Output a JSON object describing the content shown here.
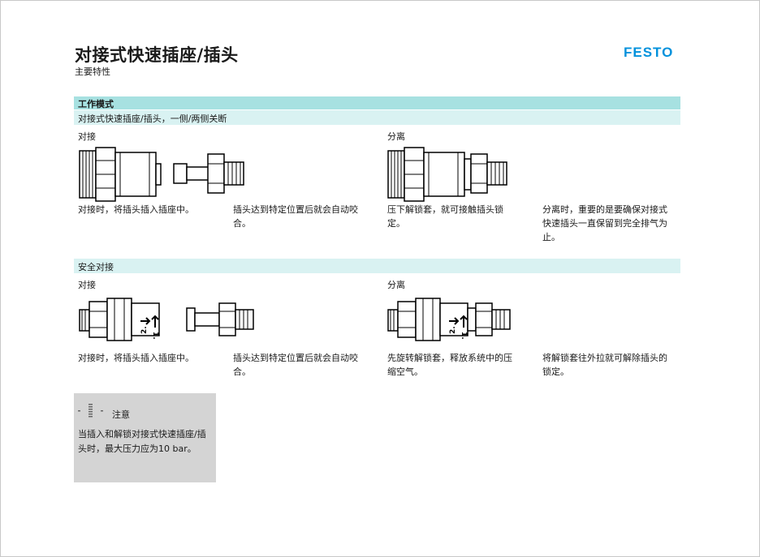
{
  "header": {
    "title": "对接式快速插座/插头",
    "subtitle": "主要特性",
    "logo": "FESTO"
  },
  "sections": {
    "mode": "工作模式",
    "one_side": "对接式快速插座/插头，一侧/两侧关断",
    "safety": "安全对接"
  },
  "labels": {
    "connect": "对接",
    "disconnect": "分离"
  },
  "row1": {
    "d1": "对接时，将插头插入插座中。",
    "d2": "插头达到特定位置后就会自动咬合。",
    "d3": "压下解锁套，就可接触插头锁定。",
    "d4": "分离时，重要的是要确保对接式快速插头一直保留到完全排气为止。"
  },
  "row2": {
    "d1": "对接时，将插头插入插座中。",
    "d2": "插头达到特定位置后就会自动咬合。",
    "d3": "先旋转解锁套，释放系统中的压缩空气。",
    "d4": "将解锁套往外拉就可解除插头的锁定。"
  },
  "note": {
    "title": "注意",
    "text": "当插入和解锁对接式快速插座/插头时，最大压力应为10 bar。"
  },
  "markings": {
    "step2": "2.",
    "step1": "1."
  },
  "icons": [
    "dots-icon",
    "coupling-socket-icon",
    "coupling-plug-icon",
    "lock-sleeve-icon",
    "arrow-right-icon",
    "arrow-up-icon"
  ],
  "colors": {
    "brand": "#0091dc",
    "band_dark": "#a7e1e1",
    "band_light": "#d9f2f2",
    "note_bg": "#d4d4d4"
  }
}
